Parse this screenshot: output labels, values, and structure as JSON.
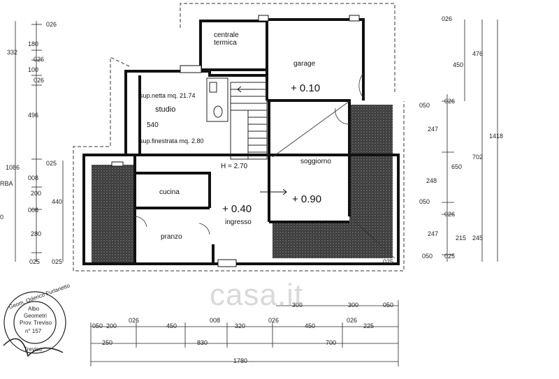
{
  "rooms": {
    "centrale_termica": [
      "centrale",
      "termica"
    ],
    "garage": "garage",
    "studio": "studio",
    "cucina": "cucina",
    "pranzo": "pranzo",
    "ingresso": "ingresso",
    "soggiorno": "soggiorno"
  },
  "annotations": {
    "sup_netta": "sup.netta mq. 21.74",
    "sup_finestrata": "sup.finestrata mq. 2.80",
    "studio_dim": "540",
    "height": "H = 2.70",
    "level_garage": "+ 0.10",
    "level_ingresso": "+ 0.40",
    "level_soggiorno": "+ 0.90"
  },
  "left_dims": [
    "026",
    "180",
    "026",
    "100",
    "026",
    "496",
    "025",
    "200",
    "440",
    "280",
    "025"
  ],
  "left_totals": [
    "332",
    "1086"
  ],
  "left_cut": [
    "RBA",
    "008",
    "008",
    "0"
  ],
  "right_dims": [
    "026",
    "450",
    "026",
    "247",
    "050",
    "650",
    "248",
    "050",
    "026",
    "247",
    "215",
    "050",
    "025"
  ],
  "right_totals": [
    "476",
    "1418",
    "702",
    "245"
  ],
  "bottom_row1": [
    "300",
    "300",
    "050"
  ],
  "bottom_row2": [
    "050",
    "200",
    "026",
    "450",
    "008",
    "320",
    "026",
    "450",
    "026",
    "225"
  ],
  "bottom_row3": [
    "250",
    "830",
    "700"
  ],
  "bottom_total": "1780",
  "bottom_left_025": "025",
  "bottom_right_025": "025",
  "stamp": {
    "ring": "Geom. Oderico Furlanetto",
    "inner": [
      "Albo",
      "Geometri",
      "Prov. Treviso",
      "n° 157"
    ],
    "bottom": "Treviso"
  },
  "watermark": "casa.it"
}
